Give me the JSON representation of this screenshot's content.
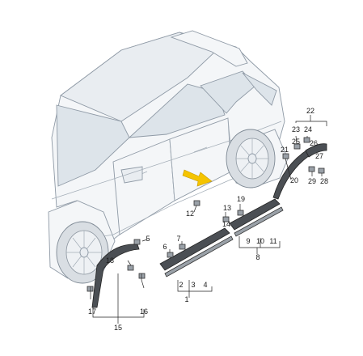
{
  "callouts": [
    "1",
    "2",
    "3",
    "4",
    "5",
    "6",
    "7",
    "8",
    "9",
    "10",
    "11",
    "12",
    "13",
    "14",
    "15",
    "16",
    "17",
    "18",
    "19",
    "20",
    "21",
    "22",
    "23",
    "24",
    "25",
    "26",
    "27",
    "28",
    "29"
  ],
  "colors": {
    "arrow": "#f5c400",
    "line": "#222222",
    "part": "#4b4f54",
    "body": "#f4f6f8"
  }
}
